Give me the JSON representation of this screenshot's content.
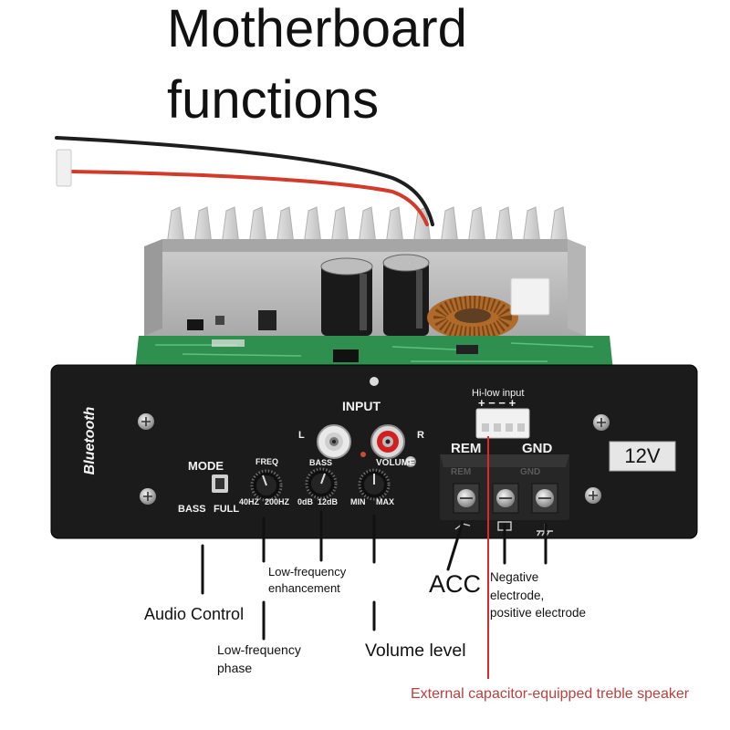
{
  "title": {
    "line1": "Motherboard",
    "line2": "functions"
  },
  "colors": {
    "accent_red": "#d92b2b",
    "caption_red": "#b8403e",
    "panel": "#1b1b1b",
    "pcb": "#2f8f4e",
    "text": "#111111"
  },
  "panel": {
    "brand": "Bluetooth",
    "input": "INPUT",
    "input_left": "L",
    "input_right": "R",
    "mode": "MODE",
    "mode_bass": "BASS",
    "mode_full": "FULL",
    "freq": "FREQ",
    "freq_low": "40HZ",
    "freq_high": "200HZ",
    "bass": "BASS",
    "bass_low": "0dB",
    "bass_high": "12dB",
    "volume": "VOLUME",
    "volume_low": "MIN",
    "volume_high": "MAX",
    "hilow_input": "Hi-low input",
    "hilow_pins": "+ − − +",
    "rem": "REM",
    "gnd": "GND",
    "terminal_rem": "REM",
    "terminal_gnd": "GND",
    "voltage": "12V"
  },
  "callouts": {
    "audio_control": "Audio Control",
    "bass_enhancement": [
      "Low-frequency",
      "enhancement"
    ],
    "freq_phase": [
      "Low-frequency",
      "phase"
    ],
    "volume_level": "Volume level",
    "acc": "ACC",
    "electrodes": [
      "Negative",
      "electrode,",
      "positive electrode"
    ],
    "treble_speaker": "External capacitor-equipped treble speaker"
  }
}
